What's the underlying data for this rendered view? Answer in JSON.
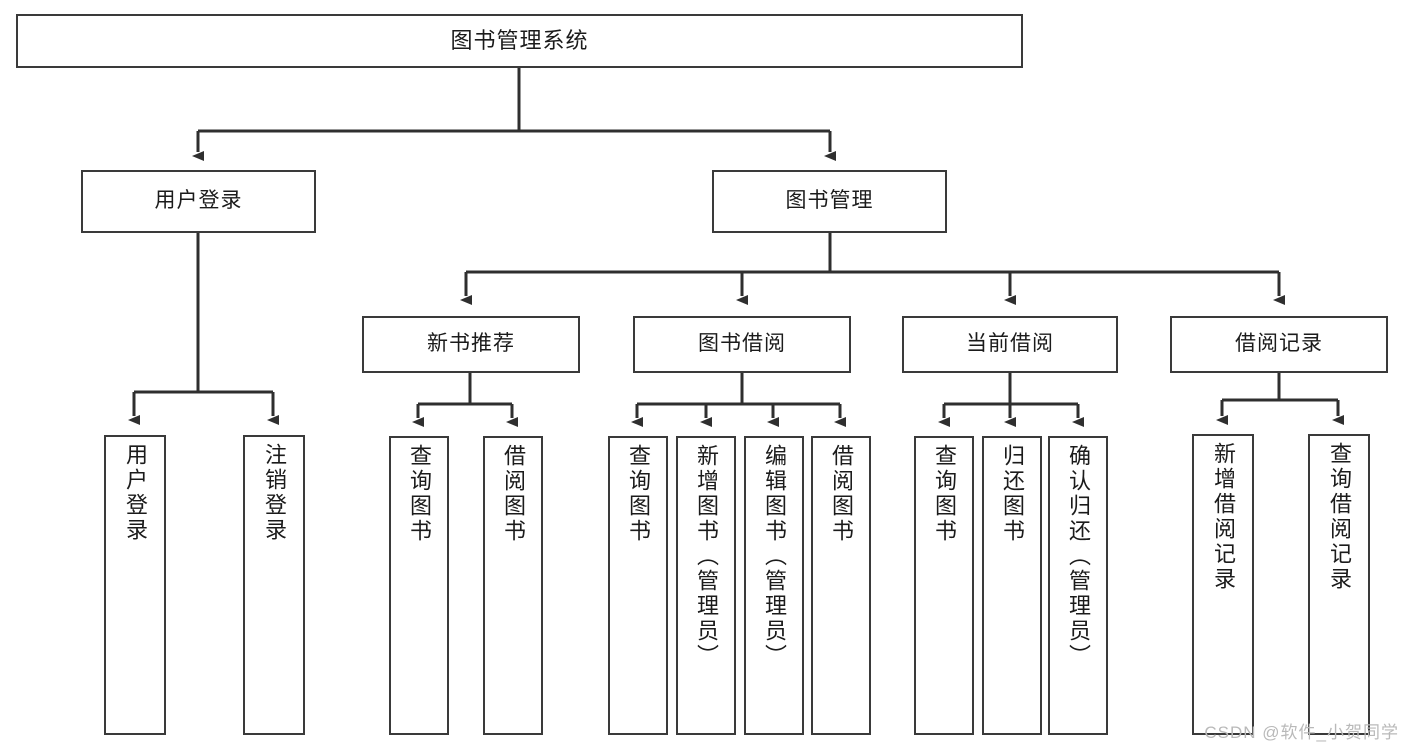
{
  "diagram": {
    "title": "图书管理系统",
    "type": "tree-hierarchy-chart",
    "colors": {
      "box_border": "#3a3a3a",
      "box_fill": "#ffffff",
      "connector": "#2f2f2f",
      "text": "#1b1b1b",
      "watermark": "#b9b9b9"
    },
    "root": {
      "label": "图书管理系统"
    },
    "level2": [
      {
        "label": "用户登录"
      },
      {
        "label": "图书管理"
      }
    ],
    "level3": [
      {
        "label": "新书推荐"
      },
      {
        "label": "图书借阅"
      },
      {
        "label": "当前借阅"
      },
      {
        "label": "借阅记录"
      }
    ],
    "leaves": {
      "user_login": [
        {
          "label": "用户登录"
        },
        {
          "label": "注销登录"
        }
      ],
      "new_book_recommend": [
        {
          "label": "查询图书"
        },
        {
          "label": "借阅图书"
        }
      ],
      "book_borrow": [
        {
          "label": "查询图书"
        },
        {
          "label": "新增图书（管理员）"
        },
        {
          "label": "编辑图书（管理员）"
        },
        {
          "label": "借阅图书"
        }
      ],
      "current_borrow": [
        {
          "label": "查询图书"
        },
        {
          "label": "归还图书"
        },
        {
          "label": "确认归还（管理员）"
        }
      ],
      "borrow_record": [
        {
          "label": "新增借阅记录"
        },
        {
          "label": "查询借阅记录"
        }
      ]
    }
  },
  "watermark": {
    "text": "CSDN @软件_小贺同学"
  }
}
